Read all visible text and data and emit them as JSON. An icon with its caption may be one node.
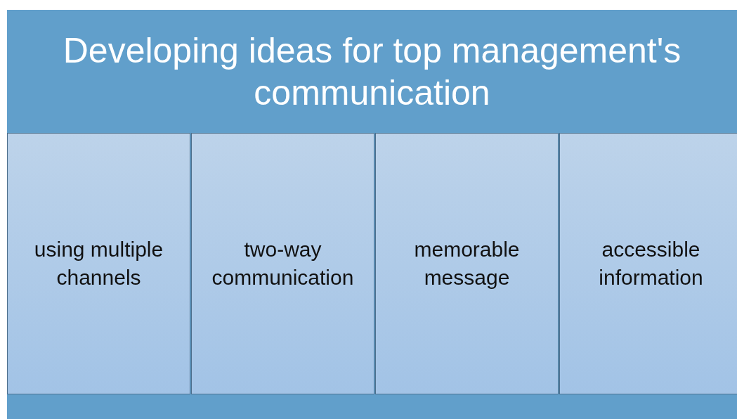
{
  "diagram": {
    "nodes": [
      {
        "text": [
          "Developing ideas for top management's communication"
        ]
      },
      {
        "text": [
          "using multiple channels"
        ],
        "in": 0
      },
      {
        "text": [
          "two-way communication"
        ],
        "in": 0
      },
      {
        "text": [
          "memorable message"
        ],
        "in": 0
      },
      {
        "text": [
          "accessible information"
        ],
        "in": 0
      }
    ],
    "edges": []
  }
}
